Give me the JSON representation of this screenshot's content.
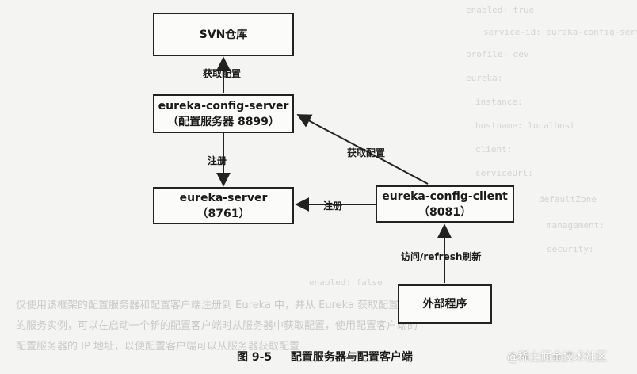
{
  "nodes": {
    "svn": "SVN仓库",
    "config_server_line1": "eureka-config-server",
    "config_server_line2": "（配置服务器 8899）",
    "eureka_server_line1": "eureka-server",
    "eureka_server_line2": "（8761）",
    "config_client_line1": "eureka-config-client",
    "config_client_line2": "（8081）",
    "external": "外部程序"
  },
  "edges": {
    "server_to_svn": "获取配置",
    "client_to_server": "获取配置",
    "server_register": "注册",
    "client_register": "注册",
    "external_to_client": "访问/refresh刷新"
  },
  "caption": {
    "figure_no": "图 9-5",
    "title": "配置服务器与配置客户端"
  },
  "watermark": "@稀土掘金技术社区"
}
